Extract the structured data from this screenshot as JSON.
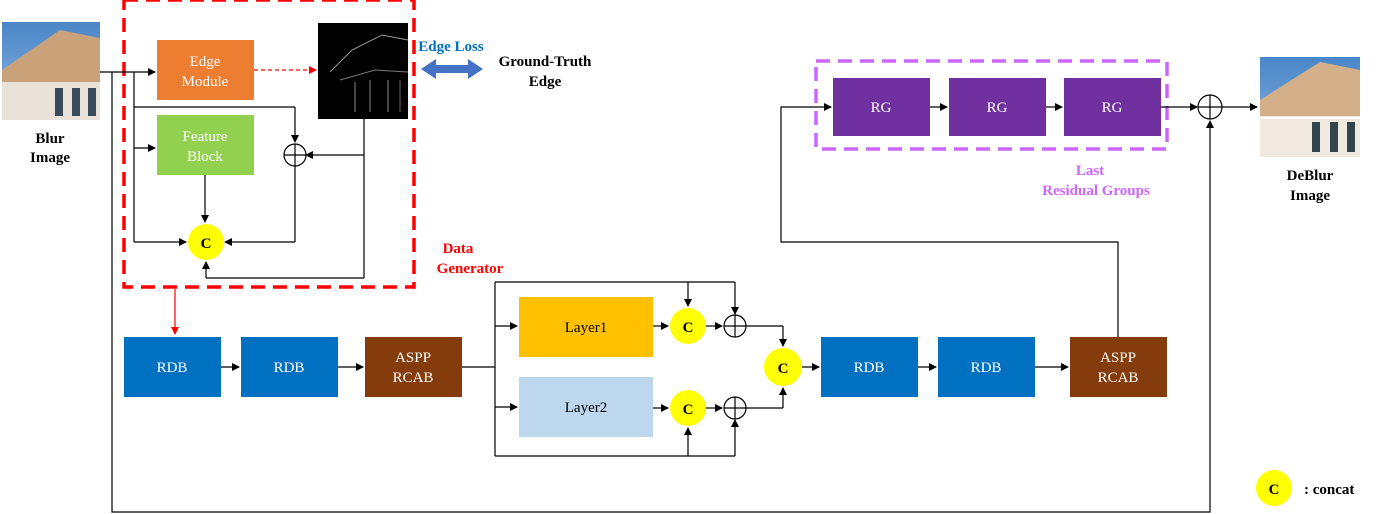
{
  "inputs": {
    "blur_image_line1": "Blur",
    "blur_image_line2": "Image",
    "deblur_image_line1": "DeBlur",
    "deblur_image_line2": "Image"
  },
  "data_generator": {
    "label_line1": "Data",
    "label_line2": "Generator",
    "edge_module_line1": "Edge",
    "edge_module_line2": "Module",
    "feature_block_line1": "Feature",
    "feature_block_line2": "Block",
    "concat_symbol": "C"
  },
  "edge_loss": {
    "label": "Edge Loss",
    "ground_truth_line1": "Ground-Truth",
    "ground_truth_line2": "Edge"
  },
  "pipeline": {
    "rdb1": "RDB",
    "rdb2": "RDB",
    "aspp1_line1": "ASPP",
    "aspp1_line2": "RCAB",
    "layer1": "Layer1",
    "layer2": "Layer2",
    "concat_symbol": "C",
    "rdb3": "RDB",
    "rdb4": "RDB",
    "aspp2_line1": "ASPP",
    "aspp2_line2": "RCAB"
  },
  "residual_groups": {
    "rg1": "RG",
    "rg2": "RG",
    "rg3": "RG",
    "label_line1": "Last",
    "label_line2": "Residual Groups"
  },
  "legend": {
    "symbol": "C",
    "text": ": concat"
  },
  "colors": {
    "edge_module": "#ed7d31",
    "feature_block": "#92d050",
    "rdb": "#0070c0",
    "aspp_rcab": "#843c0c",
    "layer1": "#ffc000",
    "layer2": "#bdd7ee",
    "rg": "#7030a0",
    "concat": "#ffff00",
    "data_generator_border": "#ff0000",
    "residual_border": "#cc66ff",
    "edge_loss_arrow": "#4472c4"
  }
}
